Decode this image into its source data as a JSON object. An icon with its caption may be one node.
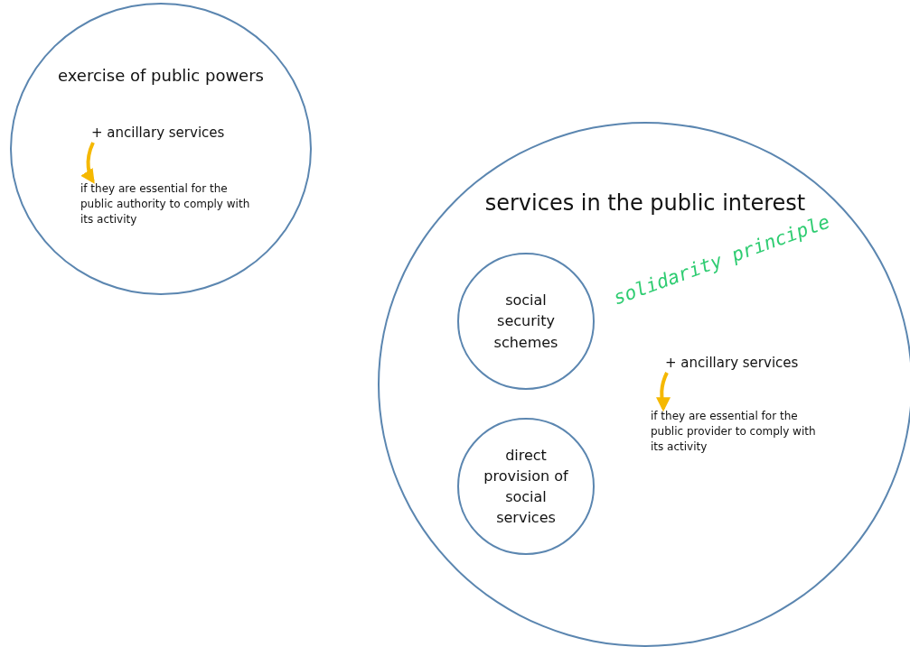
{
  "diagram": {
    "nodes": [
      {
        "text": [
          "exercise of public powers"
        ]
      },
      {
        "text": [
          "+ ancillary services"
        ],
        "in": 0
      },
      {
        "text": [
          "if they are essential for the public authority to comply with its activity"
        ],
        "in": 0
      },
      {
        "text": [
          "services in the public interest"
        ]
      },
      {
        "text": [
          "social security schemes"
        ],
        "in": 3
      },
      {
        "text": [
          "direct provision of social services"
        ],
        "in": 3
      },
      {
        "text": [
          "+ ancillary services"
        ],
        "in": 3
      },
      {
        "text": [
          "if they are essential for the public provider to comply with its activity"
        ],
        "in": 3
      }
    ],
    "edges": [
      {
        "from": 1,
        "to": 2,
        "arrow": "to"
      },
      {
        "from": 6,
        "to": 7,
        "arrow": "to"
      }
    ],
    "labels": [
      "solidarity principle"
    ]
  }
}
